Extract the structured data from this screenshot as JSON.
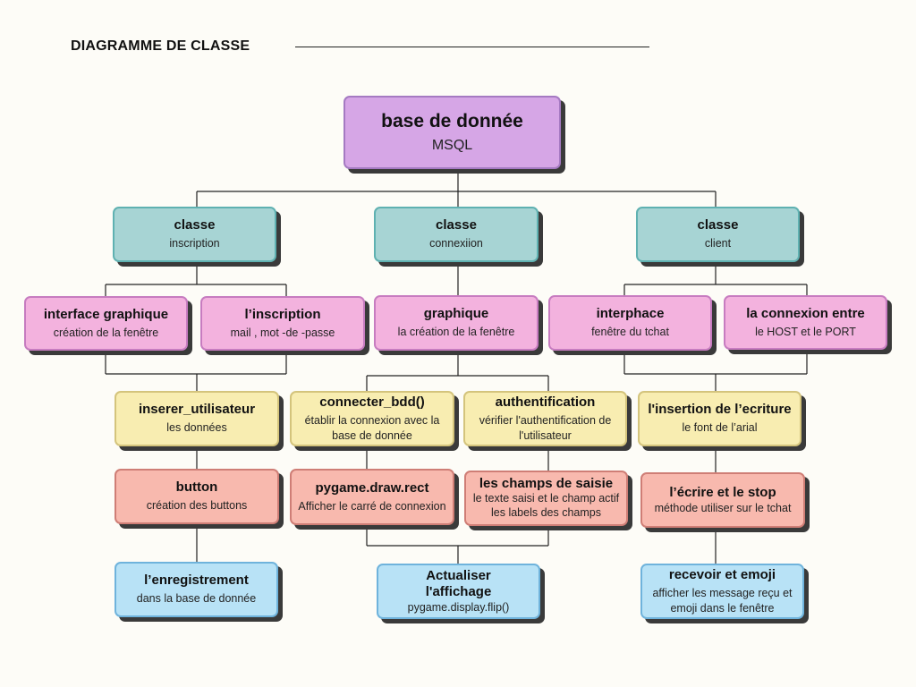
{
  "header": {
    "title": "DIAGRAMME DE CLASSE"
  },
  "nodes": {
    "db": {
      "title": "base de donnée",
      "sub": "MSQL"
    },
    "classe_inscription": {
      "title": "classe",
      "sub": "inscription"
    },
    "classe_connexion": {
      "title": "classe",
      "sub": "connexiion"
    },
    "classe_client": {
      "title": "classe",
      "sub": "client"
    },
    "interface_graphique": {
      "title": "interface graphique",
      "sub": "création de la fenêtre"
    },
    "inscription": {
      "title": "l’inscription",
      "sub": "mail , mot -de -passe"
    },
    "graphique": {
      "title": "graphique",
      "sub": "la création de la fenêtre"
    },
    "interphace": {
      "title": "interphace",
      "sub": "fenêtre du tchat"
    },
    "connexion_entre": {
      "title": "la connexion entre",
      "sub": "le HOST et le PORT"
    },
    "inserer_utilisateur": {
      "title": "inserer_utilisateur",
      "sub": "les données"
    },
    "connecter_bdd": {
      "title": "connecter_bdd()",
      "sub": "établir la connexion avec la base de donnée"
    },
    "authentification": {
      "title": "authentification",
      "sub": "vérifier l'authentification de l'utilisateur"
    },
    "insertion_ecriture": {
      "title": "l'insertion de l’ecriture",
      "sub": "le font de  l’arial"
    },
    "button": {
      "title": "button",
      "sub": "création des buttons"
    },
    "pygame_draw_rect": {
      "title": "pygame.draw.rect",
      "sub": "Afficher le carré de connexion"
    },
    "champs_saisie": {
      "title": "les champs de saisie",
      "sub": "le texte saisi et le champ actif les labels des champs"
    },
    "ecrire_stop": {
      "title": "l’écrire et le stop",
      "sub": "méthode utiliser sur le tchat"
    },
    "enregistrement": {
      "title": "l’enregistrement",
      "sub": "dans la base de donnée"
    },
    "actualiser": {
      "title": "Actualiser l'affichage",
      "sub": "pygame.display.flip()"
    },
    "recevoir_emoji": {
      "title": "recevoir et emoji",
      "sub": "afficher les message reçu et emoji dans le fenêtre"
    }
  }
}
